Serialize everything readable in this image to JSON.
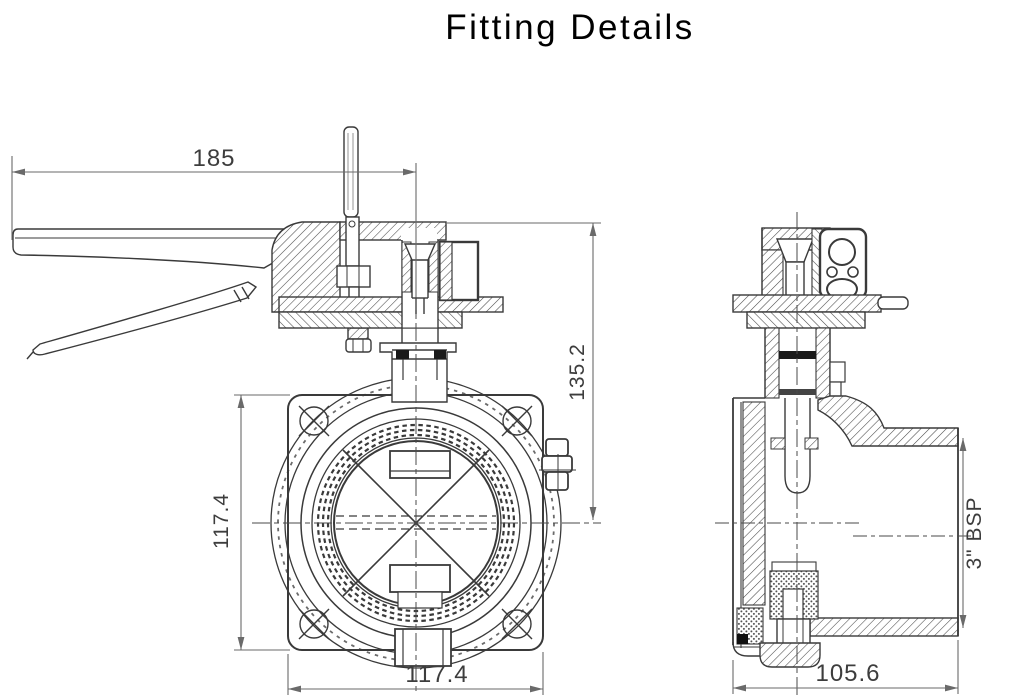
{
  "title": "Fitting Details",
  "dimensions": {
    "handle_length": "185",
    "center_height": "135.2",
    "flange_height": "117.4",
    "flange_width": "117.4",
    "body_depth": "105.6",
    "connection_thread": "3\" BSP"
  },
  "colors": {
    "object_line": "#3a3a3a",
    "dimension_line": "#6a6a6a",
    "dimension_text": "#3d3d3d",
    "background": "#ffffff"
  }
}
